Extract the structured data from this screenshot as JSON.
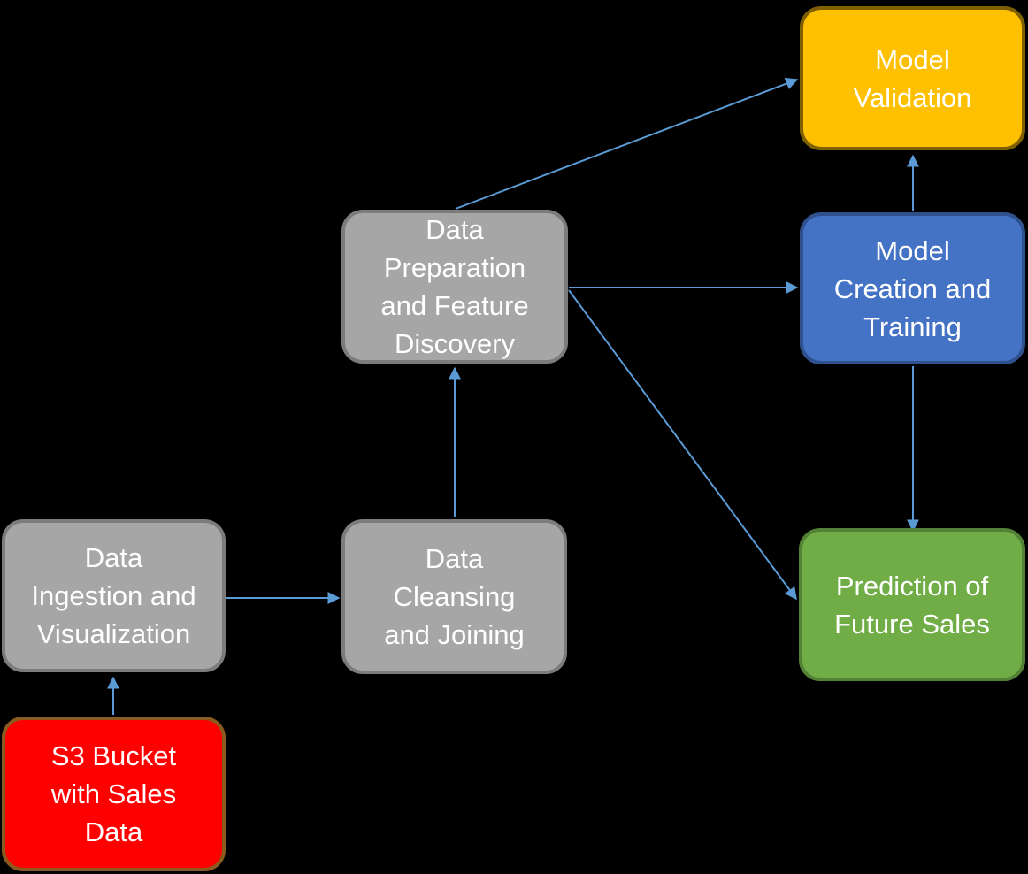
{
  "diagram": {
    "background_color": "#000000",
    "arrow_color": "#5B9BD5",
    "node_text_color": "#FFFFFF",
    "nodes": {
      "s3_bucket": {
        "label": "S3 Bucket\nwith Sales\nData",
        "fill": "#FF0000",
        "border": "#8A5A1E"
      },
      "data_ingestion": {
        "label": "Data\nIngestion and\nVisualization",
        "fill": "#A6A6A6",
        "border": "#7C7C7C"
      },
      "data_cleansing": {
        "label": "Data\nCleansing\nand Joining",
        "fill": "#A6A6A6",
        "border": "#7C7C7C"
      },
      "data_preparation": {
        "label": "Data\nPreparation\nand Feature\nDiscovery",
        "fill": "#A6A6A6",
        "border": "#7C7C7C"
      },
      "model_validation": {
        "label": "Model\nValidation",
        "fill": "#FFC000",
        "border": "#7F6000"
      },
      "model_creation": {
        "label": "Model\nCreation and\nTraining",
        "fill": "#4472C4",
        "border": "#2F528F"
      },
      "prediction": {
        "label": "Prediction of\nFuture Sales",
        "fill": "#70AD47",
        "border": "#538135"
      }
    },
    "edges": [
      {
        "from": "s3_bucket",
        "to": "data_ingestion"
      },
      {
        "from": "data_ingestion",
        "to": "data_cleansing"
      },
      {
        "from": "data_cleansing",
        "to": "data_preparation"
      },
      {
        "from": "data_preparation",
        "to": "model_validation"
      },
      {
        "from": "data_preparation",
        "to": "model_creation"
      },
      {
        "from": "data_preparation",
        "to": "prediction"
      },
      {
        "from": "model_creation",
        "to": "model_validation"
      },
      {
        "from": "model_creation",
        "to": "prediction"
      }
    ]
  }
}
